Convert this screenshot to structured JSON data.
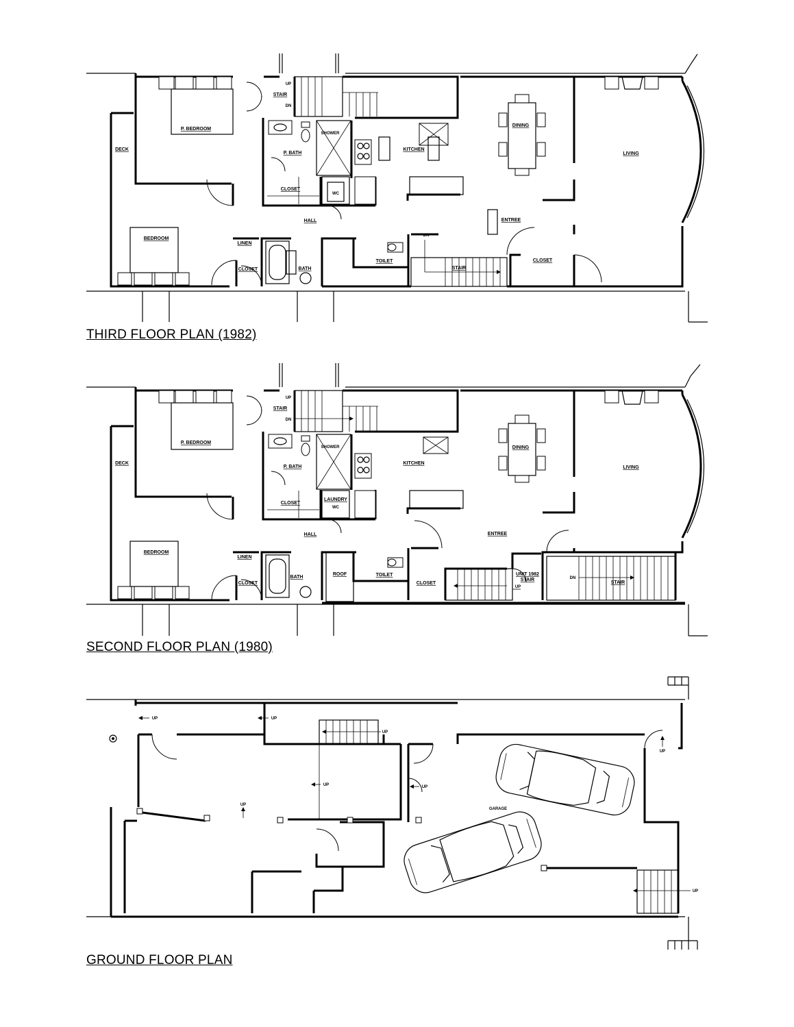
{
  "plans": [
    {
      "title": "THIRD FLOOR PLAN (1982)",
      "rooms": {
        "stair": "STAIR",
        "up": "UP",
        "dn": "DN",
        "p_bedroom": "P. BEDROOM",
        "deck": "DECK",
        "p_bath": "P. BATH",
        "shower": "SHOWER",
        "closet": "CLOSET",
        "wc": "WC",
        "hall": "HALL",
        "bedroom": "BEDROOM",
        "linen": "LINEN",
        "closet2": "CLOSET",
        "bath": "BATH",
        "toilet": "TOILET",
        "kitchen": "KITCHEN",
        "dining": "DINING",
        "living": "LIVING",
        "entree": "ENTREE",
        "stair2": "STAIR",
        "dn2": "DN",
        "closet3": "CLOSET"
      }
    },
    {
      "title": "SECOND FLOOR PLAN (1980)",
      "rooms": {
        "stair": "STAIR",
        "up": "UP",
        "dn": "DN",
        "p_bedroom": "P. BEDROOM",
        "deck": "DECK",
        "p_bath": "P. BATH",
        "shower": "SHOWER",
        "closet": "CLOSET",
        "laundry": "LAUNDRY",
        "wc": "WC",
        "hall": "HALL",
        "bedroom": "BEDROOM",
        "linen": "LINEN",
        "closet2": "CLOSET",
        "bath": "BATH",
        "roof": "ROOF",
        "toilet": "TOILET",
        "closet3": "CLOSET",
        "kitchen": "KITCHEN",
        "dining": "DINING",
        "living": "LIVING",
        "entree": "ENTREE",
        "unit_stair_1": "UNIT 1982",
        "unit_stair_2": "STAIR",
        "up2": "UP",
        "dn2": "DN",
        "stair2": "STAIR"
      }
    },
    {
      "title": "GROUND FLOOR PLAN",
      "rooms": {
        "garage": "GARAGE",
        "up": "UP"
      }
    }
  ]
}
